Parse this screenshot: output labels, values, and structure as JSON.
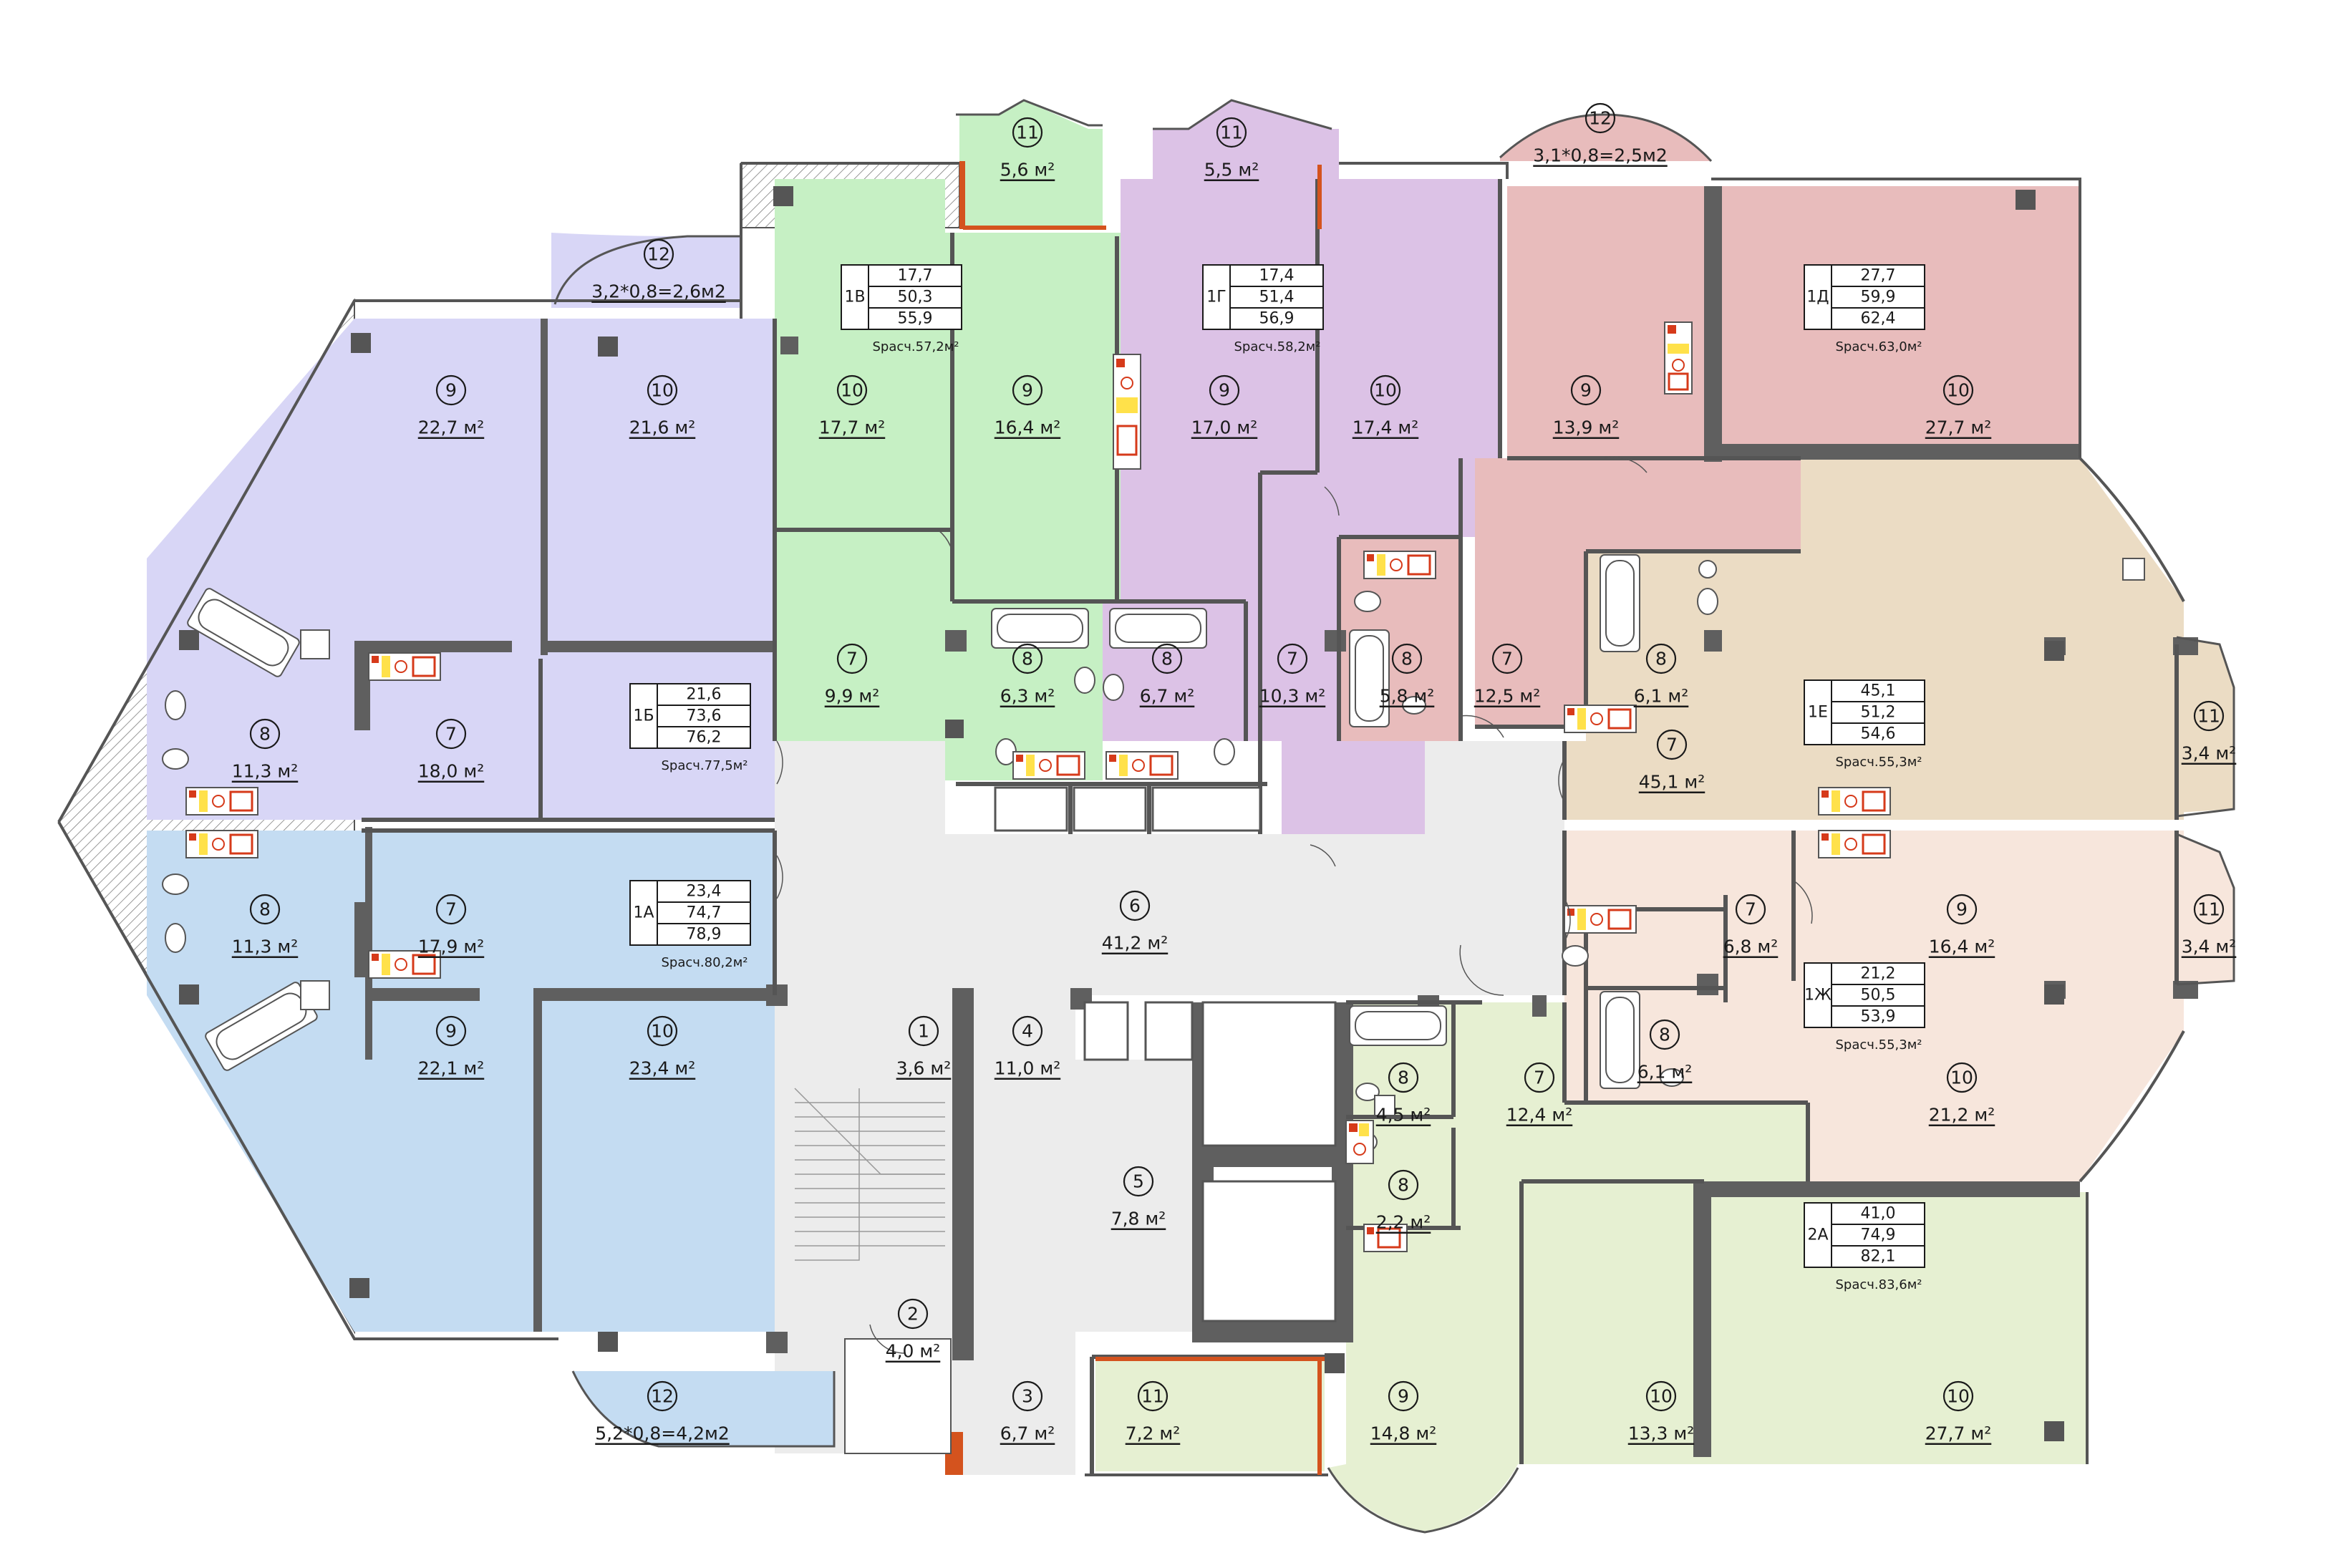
{
  "colors": {
    "apt_1a": "#c4dcf2",
    "apt_1b": "#d8d6f6",
    "apt_1v": "#c6f0c4",
    "apt_1g": "#dcc2e6",
    "apt_1d": "#e8bcbc",
    "apt_1e": "#ebdcc4",
    "apt_1zh": "#f7e6dc",
    "apt_2a": "#e6f0d2",
    "corridor": "#ececec",
    "wall": "#5f5f5f",
    "vent_red": "#d63a1a",
    "vent_yellow": "#ffe14a"
  },
  "apartments": [
    {
      "id": "1А",
      "v1": "23,4",
      "v2": "74,7",
      "v3": "78,9",
      "s_label": "Sрасч.80,2м²"
    },
    {
      "id": "1Б",
      "v1": "21,6",
      "v2": "73,6",
      "v3": "76,2",
      "s_label": "Sрасч.77,5м²"
    },
    {
      "id": "1В",
      "v1": "17,7",
      "v2": "50,3",
      "v3": "55,9",
      "s_label": "Sрасч.57,2м²"
    },
    {
      "id": "1Г",
      "v1": "17,4",
      "v2": "51,4",
      "v3": "56,9",
      "s_label": "Sрасч.58,2м²"
    },
    {
      "id": "1Д",
      "v1": "27,7",
      "v2": "59,9",
      "v3": "62,4",
      "s_label": "Sрасч.63,0м²"
    },
    {
      "id": "1Е",
      "v1": "45,1",
      "v2": "51,2",
      "v3": "54,6",
      "s_label": "Sрасч.55,3м²"
    },
    {
      "id": "1Ж",
      "v1": "21,2",
      "v2": "50,5",
      "v3": "53,9",
      "s_label": "Sрасч.55,3м²"
    },
    {
      "id": "2А",
      "v1": "41,0",
      "v2": "74,9",
      "v3": "82,1",
      "s_label": "Sрасч.83,6м²"
    }
  ],
  "rooms": [
    {
      "n": "12",
      "area": "3,2*0,8=2,6м2"
    },
    {
      "n": "9",
      "area": "22,7 м²"
    },
    {
      "n": "10",
      "area": "21,6 м²"
    },
    {
      "n": "8",
      "area": "11,3 м²"
    },
    {
      "n": "7",
      "area": "18,0 м²"
    },
    {
      "n": "8",
      "area": "11,3 м²"
    },
    {
      "n": "7",
      "area": "17,9 м²"
    },
    {
      "n": "9",
      "area": "22,1 м²"
    },
    {
      "n": "10",
      "area": "23,4 м²"
    },
    {
      "n": "12",
      "area": "5,2*0,8=4,2м2"
    },
    {
      "n": "11",
      "area": "5,6 м²"
    },
    {
      "n": "10",
      "area": "17,7 м²"
    },
    {
      "n": "9",
      "area": "16,4 м²"
    },
    {
      "n": "7",
      "area": "9,9 м²"
    },
    {
      "n": "8",
      "area": "6,3 м²"
    },
    {
      "n": "11",
      "area": "5,5 м²"
    },
    {
      "n": "9",
      "area": "17,0 м²"
    },
    {
      "n": "10",
      "area": "17,4 м²"
    },
    {
      "n": "8",
      "area": "6,7 м²"
    },
    {
      "n": "7",
      "area": "10,3 м²"
    },
    {
      "n": "8",
      "area": "5,8 м²"
    },
    {
      "n": "12",
      "area": "3,1*0,8=2,5м2"
    },
    {
      "n": "9",
      "area": "13,9 м²"
    },
    {
      "n": "10",
      "area": "27,7 м²"
    },
    {
      "n": "7",
      "area": "12,5 м²"
    },
    {
      "n": "8",
      "area": "6,1 м²"
    },
    {
      "n": "7",
      "area": "45,1 м²"
    },
    {
      "n": "11",
      "area": "3,4 м²"
    },
    {
      "n": "7",
      "area": "6,8 м²"
    },
    {
      "n": "9",
      "area": "16,4 м²"
    },
    {
      "n": "11",
      "area": "3,4 м²"
    },
    {
      "n": "8",
      "area": "6,1 м²"
    },
    {
      "n": "10",
      "area": "21,2 м²"
    },
    {
      "n": "6",
      "area": "41,2 м²"
    },
    {
      "n": "1",
      "area": "3,6 м²"
    },
    {
      "n": "4",
      "area": "11,0 м²"
    },
    {
      "n": "5",
      "area": "7,8 м²"
    },
    {
      "n": "2",
      "area": "4,0 м²"
    },
    {
      "n": "3",
      "area": "6,7 м²"
    },
    {
      "n": "11",
      "area": "7,2 м²"
    },
    {
      "n": "8",
      "area": "4,5 м²"
    },
    {
      "n": "7",
      "area": "12,4 м²"
    },
    {
      "n": "8",
      "area": "2,2 м²"
    },
    {
      "n": "9",
      "area": "14,8 м²"
    },
    {
      "n": "10",
      "area": "13,3 м²"
    },
    {
      "n": "10",
      "area": "27,7 м²"
    }
  ]
}
